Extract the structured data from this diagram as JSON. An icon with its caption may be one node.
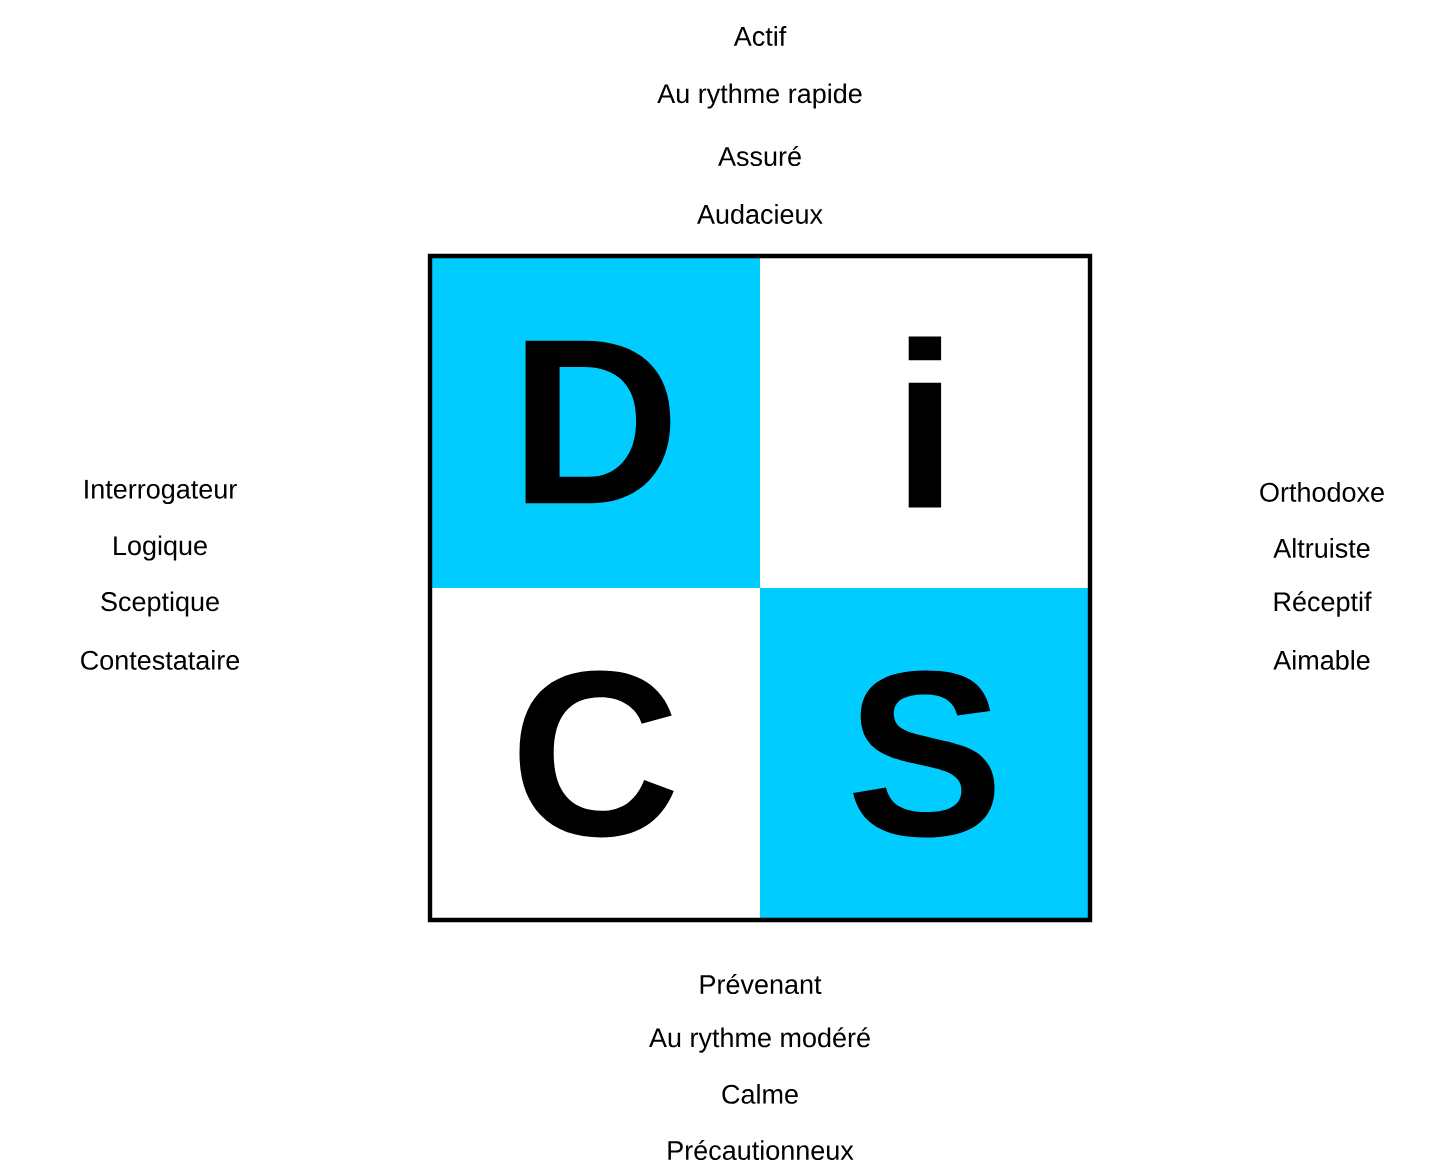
{
  "diagram": {
    "nodes": [
      {
        "text": [
          "D"
        ]
      },
      {
        "text": [
          "i"
        ]
      },
      {
        "text": [
          "C"
        ]
      },
      {
        "text": [
          "S"
        ]
      }
    ],
    "labels": [
      "Actif",
      "Au rythme rapide",
      "Assuré",
      "Audacieux",
      "Interrogateur",
      "Logique",
      "Sceptique",
      "Contestataire",
      "Orthodoxe",
      "Altruiste",
      "Réceptif",
      "Aimable",
      "Prévenant",
      "Au rythme modéré",
      "Calme",
      "Précautionneux"
    ]
  }
}
